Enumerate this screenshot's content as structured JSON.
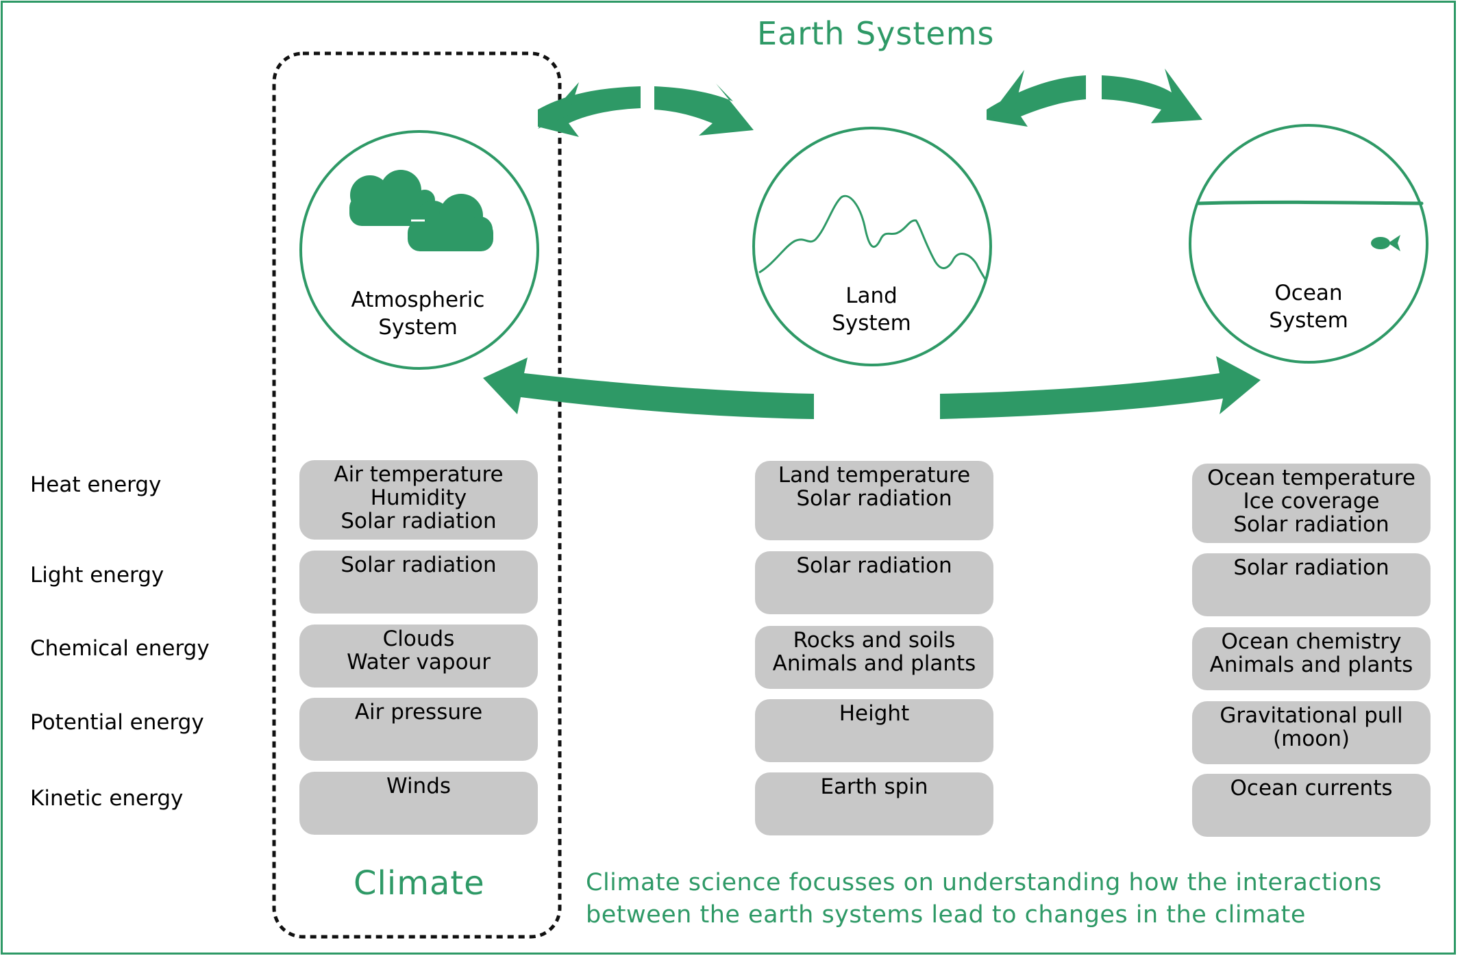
{
  "title": "Earth Systems",
  "accent_color": "#2e9966",
  "box_color": "#c8c8c8",
  "systems": [
    {
      "id": "atmospheric",
      "label_line1": "Atmospheric",
      "label_line2": "System",
      "icon": "clouds-icon"
    },
    {
      "id": "land",
      "label_line1": "Land",
      "label_line2": "System",
      "icon": "mountains-icon"
    },
    {
      "id": "ocean",
      "label_line1": "Ocean",
      "label_line2": "System",
      "icon": "ocean-fish-icon"
    }
  ],
  "energy_types": [
    "Heat energy",
    "Light energy",
    "Chemical energy",
    "Potential energy",
    "Kinetic energy"
  ],
  "boxes": {
    "atmospheric": [
      [
        "Air temperature",
        "Humidity",
        "Solar radiation"
      ],
      [
        "Solar radiation"
      ],
      [
        "Clouds",
        "Water vapour"
      ],
      [
        "Air pressure"
      ],
      [
        "Winds"
      ]
    ],
    "land": [
      [
        "Land temperature",
        "Solar radiation"
      ],
      [
        "Solar radiation"
      ],
      [
        "Rocks and soils",
        "Animals and plants"
      ],
      [
        "Height"
      ],
      [
        "Earth spin"
      ]
    ],
    "ocean": [
      [
        "Ocean temperature",
        "Ice coverage",
        "Solar radiation"
      ],
      [
        "Solar radiation"
      ],
      [
        "Ocean chemistry",
        "Animals and plants"
      ],
      [
        "Gravitational pull",
        "(moon)"
      ],
      [
        "Ocean currents"
      ]
    ]
  },
  "climate_label": "Climate",
  "note_line1": "Climate science focusses on understanding how the interactions",
  "note_line2": "between the earth systems lead to changes in the climate"
}
